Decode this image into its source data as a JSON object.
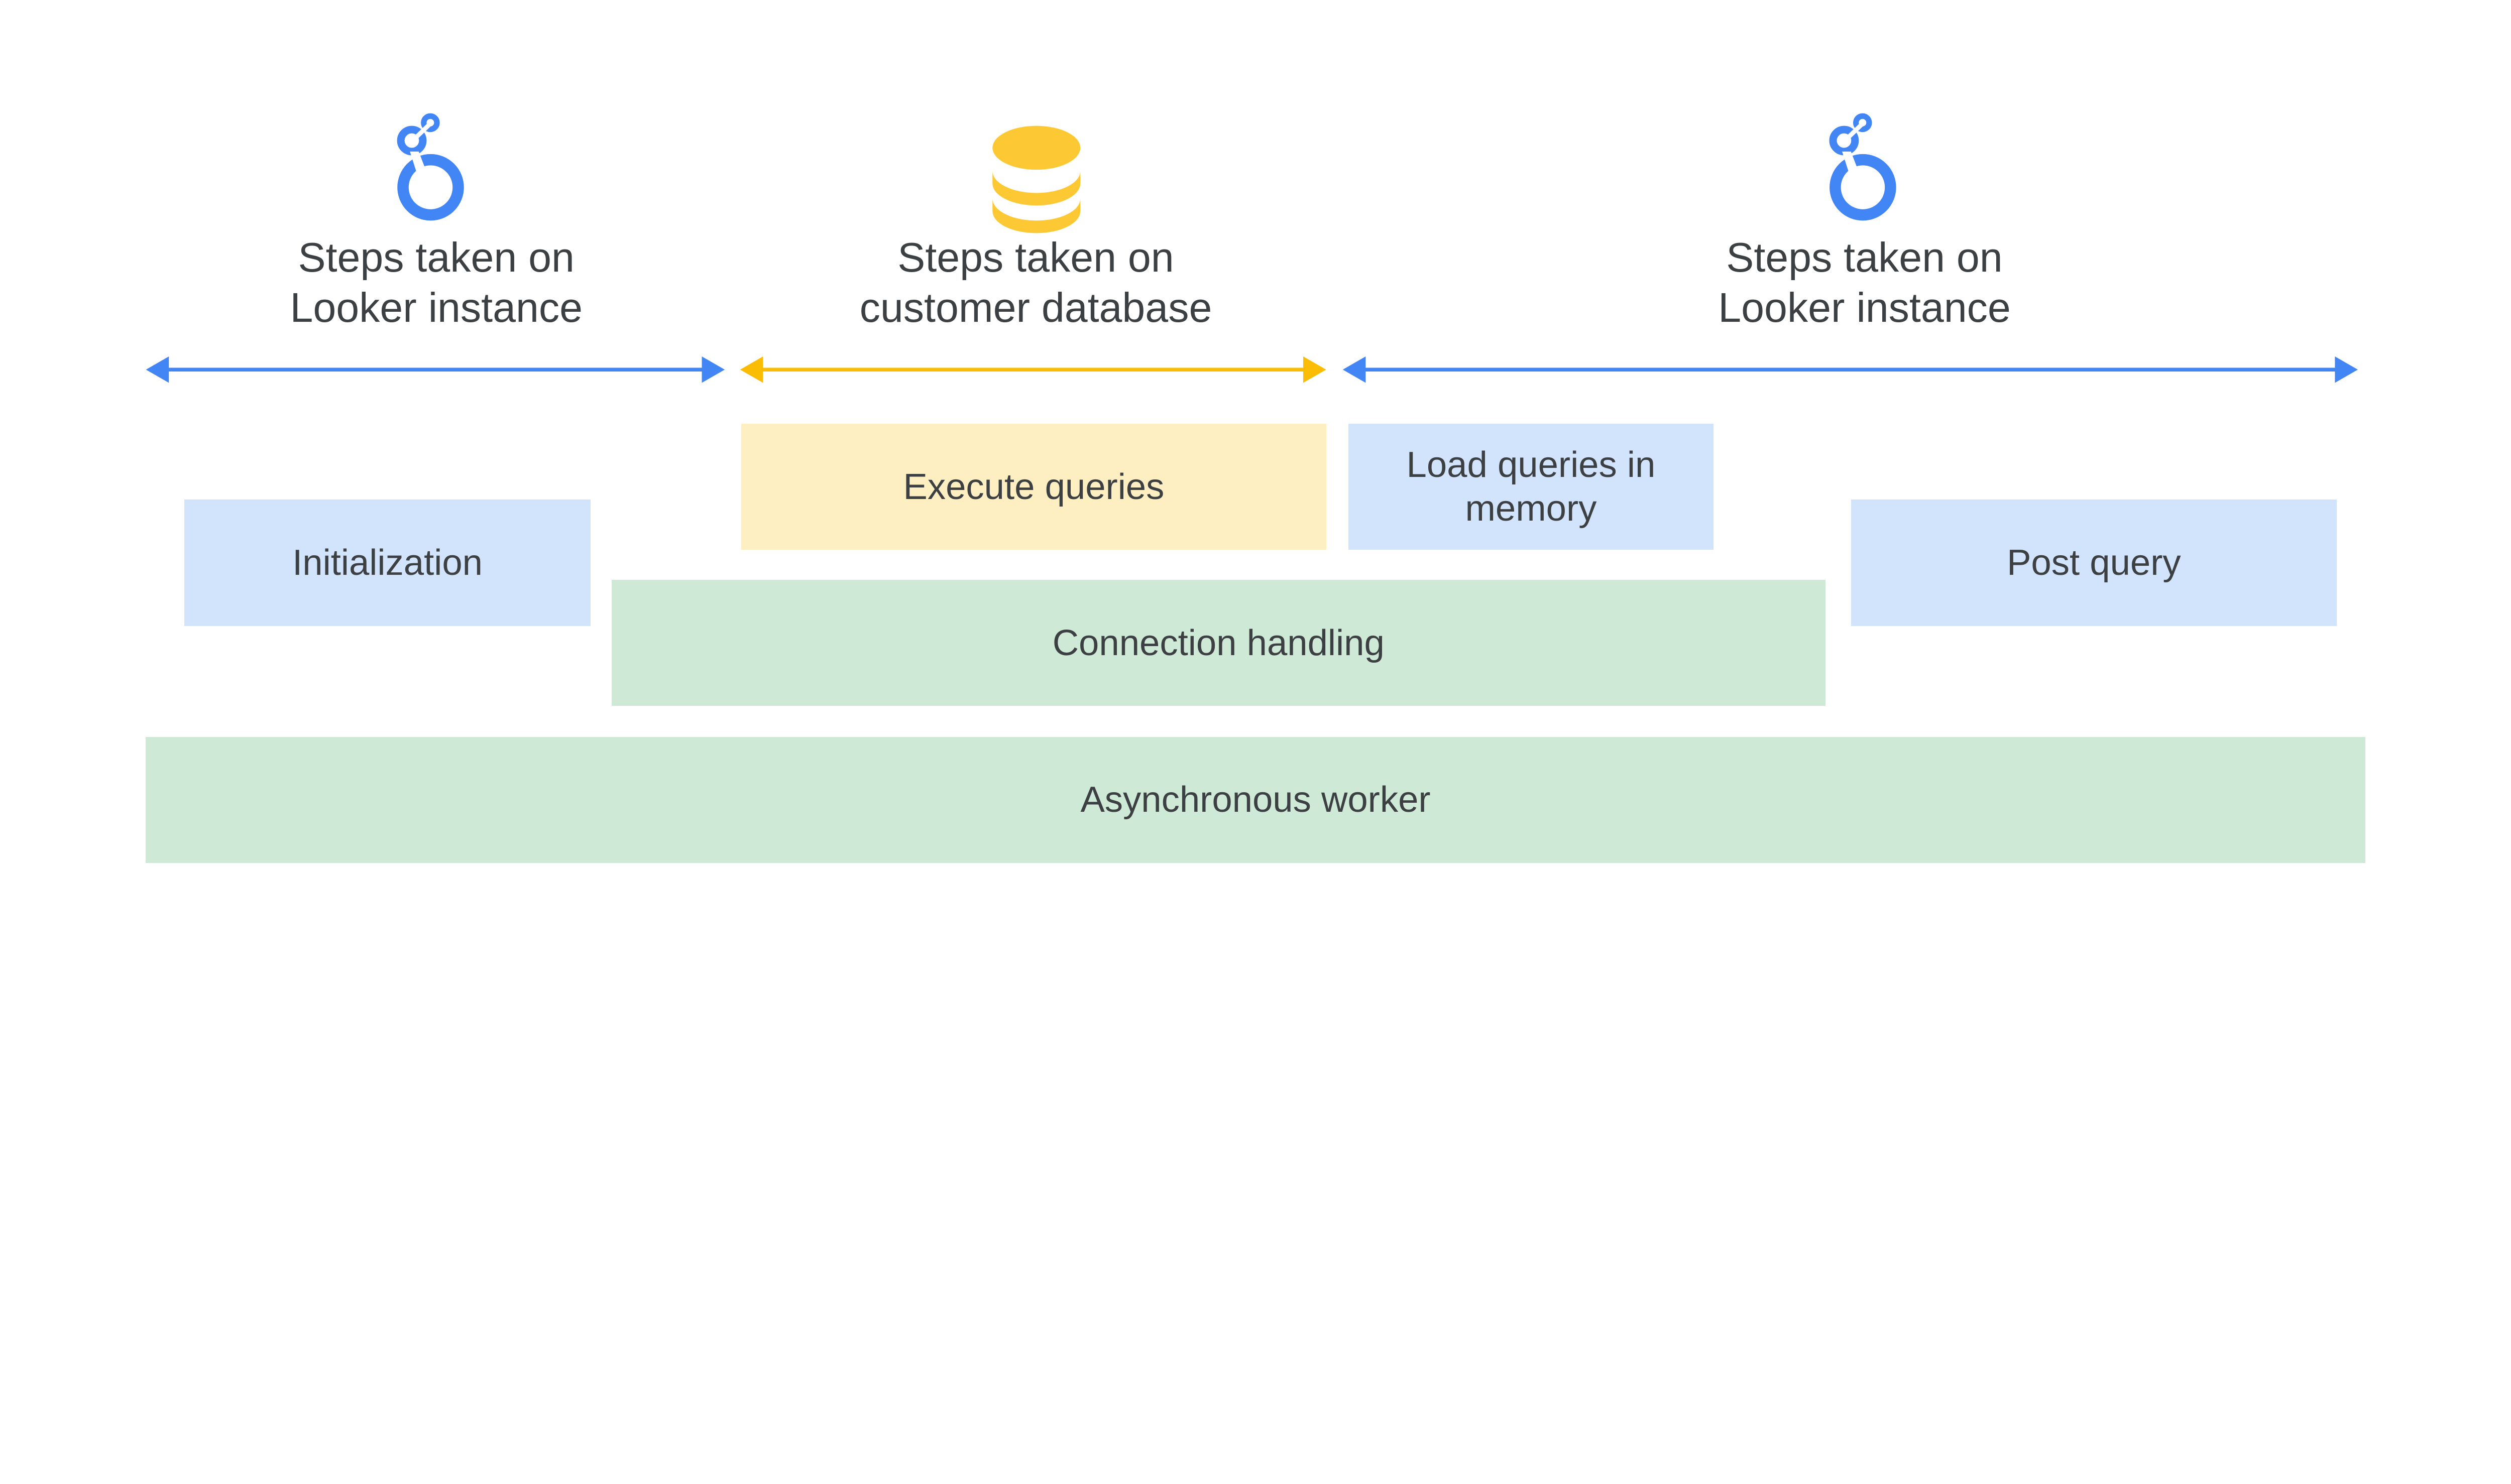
{
  "colors": {
    "looker_blue": "#4285f4",
    "database_yellow": "#fbbc04",
    "database_icon_yellow": "#fcc934",
    "blue_box": "#d2e3fc",
    "yellow_box": "#feefc3",
    "green_box": "#ceead6",
    "text": "#3c4043"
  },
  "sections": [
    {
      "icon": "looker-logo-icon",
      "label_line1": "Steps taken on",
      "label_line2": "Looker instance",
      "arrow_color": "#4285f4"
    },
    {
      "icon": "database-icon",
      "label_line1": "Steps taken on",
      "label_line2": "customer database",
      "arrow_color": "#fbbc04"
    },
    {
      "icon": "looker-logo-icon",
      "label_line1": "Steps taken on",
      "label_line2": "Looker instance",
      "arrow_color": "#4285f4"
    }
  ],
  "boxes": {
    "initialization": "Initialization",
    "execute_queries": "Execute queries",
    "load_queries": "Load queries in memory",
    "post_query": "Post query",
    "connection_handling": "Connection handling",
    "async_worker": "Asynchronous worker"
  }
}
